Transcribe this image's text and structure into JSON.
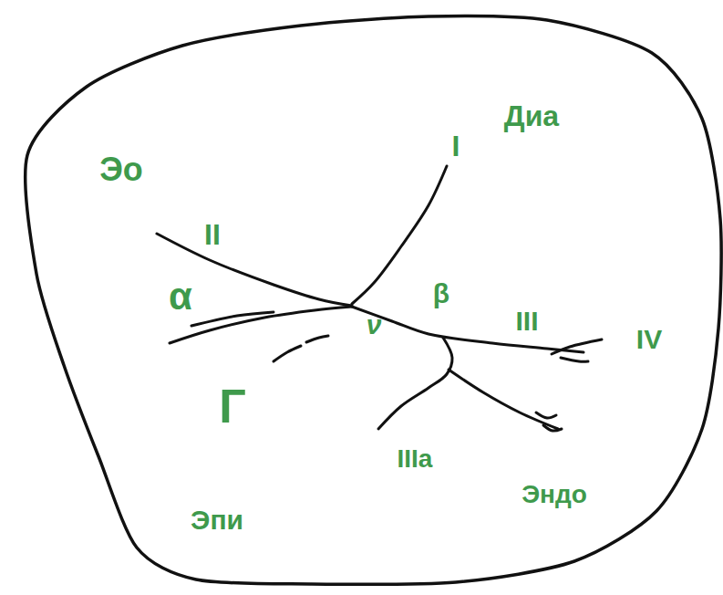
{
  "diagram": {
    "labels": [
      "Эо",
      "II",
      "Диа",
      "I",
      "α",
      "β",
      "ν",
      "III",
      "IV",
      "Г",
      "IIIa",
      "Эндо",
      "Эпи"
    ]
  }
}
